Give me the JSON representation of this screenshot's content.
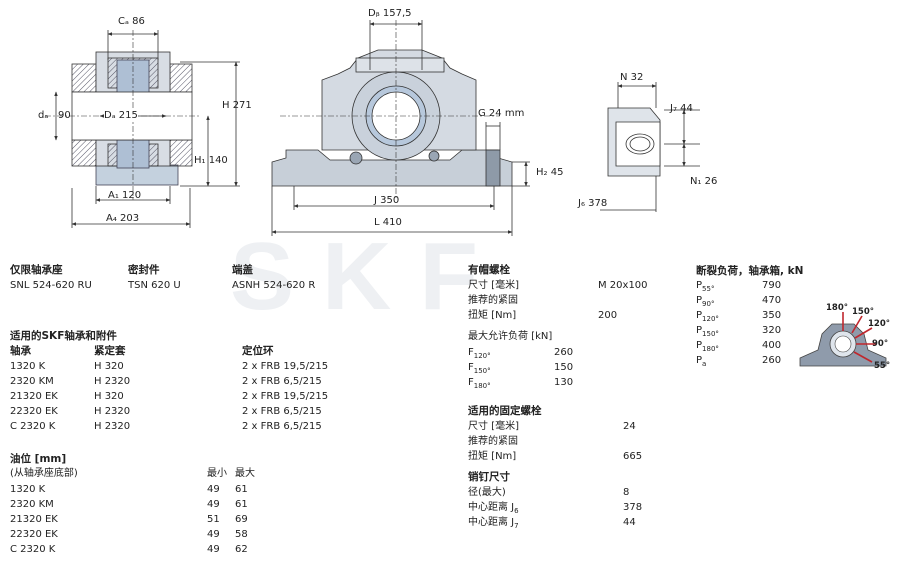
{
  "watermark": "SKF",
  "drawing": {
    "dims": {
      "Ca": "Cₐ 86",
      "Db": "Dᵦ 157,5",
      "da": "dₐ",
      "da_val": "90",
      "Da": "Dₐ 215",
      "H": "H 271",
      "H1": "H₁ 140",
      "A1": "A₁ 120",
      "A4": "A₄ 203",
      "G": "G 24 mm",
      "J": "J 350",
      "L": "L 410",
      "H2": "H₂ 45",
      "N": "N 32",
      "J7": "J₇ 44",
      "N1": "N₁ 26",
      "J6": "J₆ 378"
    }
  },
  "housing": {
    "headers": [
      "仅限轴承座",
      "密封件",
      "端盖"
    ],
    "values": [
      "SNL 524-620 RU",
      "TSN 620 U",
      "ASNH 524-620 R"
    ]
  },
  "bolts": {
    "title": "有帽螺栓",
    "rows": [
      {
        "label": "尺寸 [毫米]",
        "value": "M 20x100"
      },
      {
        "label": "推荐的紧固",
        "value": ""
      },
      {
        "label": "扭矩 [Nm]",
        "value": "200"
      }
    ]
  },
  "allowable": {
    "title": "最大允许负荷 [kN]",
    "rows": [
      {
        "label": "F",
        "sub": "120°",
        "value": "260"
      },
      {
        "label": "F",
        "sub": "150°",
        "value": "150"
      },
      {
        "label": "F",
        "sub": "180°",
        "value": "130"
      }
    ]
  },
  "fixing": {
    "title": "适用的固定螺栓",
    "rows": [
      {
        "label": "尺寸 [毫米]",
        "value": "24"
      },
      {
        "label": "推荐的紧固",
        "value": ""
      },
      {
        "label": "扭矩 [Nm]",
        "value": "665"
      }
    ]
  },
  "pin": {
    "title": "销钉尺寸",
    "rows": [
      {
        "label": "径(最大)",
        "value": "8"
      },
      {
        "label": "中心距离 J",
        "sub": "6",
        "value": "378"
      },
      {
        "label": "中心距离 J",
        "sub": "7",
        "value": "44"
      }
    ]
  },
  "breaking": {
    "title": "断裂负荷，轴承箱, kN",
    "rows": [
      {
        "label": "P",
        "sub": "55°",
        "value": "790"
      },
      {
        "label": "P",
        "sub": "90°",
        "value": "470"
      },
      {
        "label": "P",
        "sub": "120°",
        "value": "350"
      },
      {
        "label": "P",
        "sub": "150°",
        "value": "320"
      },
      {
        "label": "P",
        "sub": "180°",
        "value": "400"
      },
      {
        "label": "P",
        "sub": "a",
        "value": "260"
      }
    ],
    "angles": [
      "180°",
      "150°",
      "120°",
      "90°",
      "55°"
    ]
  },
  "accessories": {
    "title": "适用的SKF轴承和附件",
    "headers": [
      "轴承",
      "紧定套",
      "定位环"
    ],
    "rows": [
      [
        "1320 K",
        "H 320",
        "2 x FRB 19,5/215"
      ],
      [
        "2320 KM",
        "H 2320",
        "2 x FRB 6,5/215"
      ],
      [
        "21320 EK",
        "H 320",
        "2 x FRB 19,5/215"
      ],
      [
        "22320 EK",
        "H 2320",
        "2 x FRB 6,5/215"
      ],
      [
        "C 2320 K",
        "H 2320",
        "2 x FRB 6,5/215"
      ]
    ]
  },
  "oil": {
    "title": "油位 [mm]",
    "subtitle": "(从轴承座底部)",
    "headers": [
      "最小",
      "最大"
    ],
    "rows": [
      [
        "1320 K",
        "49",
        "61"
      ],
      [
        "2320 KM",
        "49",
        "61"
      ],
      [
        "21320 EK",
        "51",
        "69"
      ],
      [
        "22320 EK",
        "49",
        "58"
      ],
      [
        "C 2320 K",
        "49",
        "62"
      ]
    ]
  }
}
